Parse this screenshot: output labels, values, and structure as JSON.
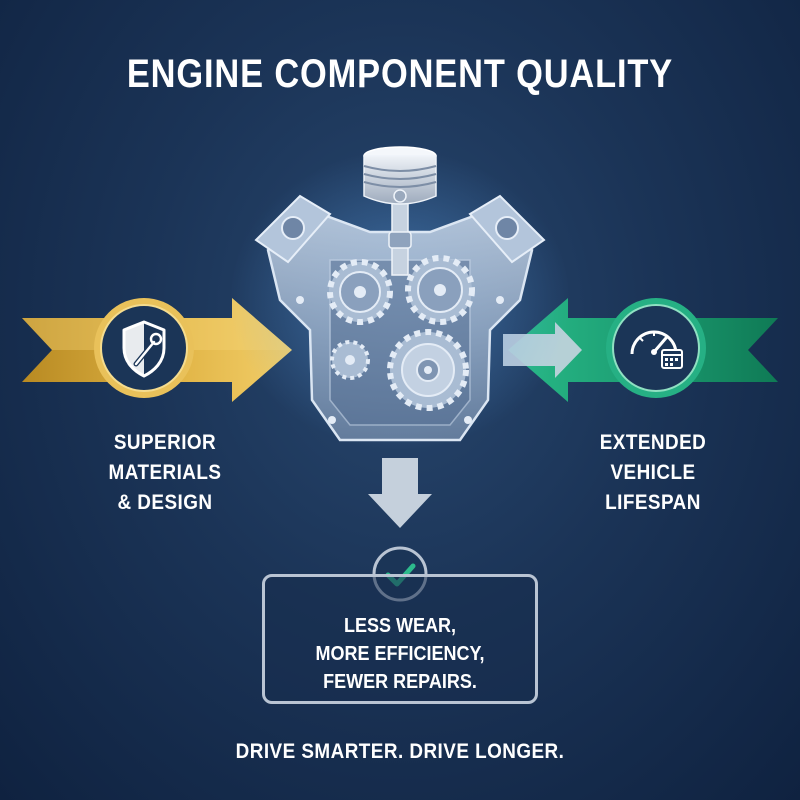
{
  "title": "ENGINE COMPONENT QUALITY",
  "left": {
    "icon": "shield-wrench-icon",
    "label_lines": [
      "SUPERIOR",
      "MATERIALS",
      "& DESIGN"
    ],
    "color": "#d4a838"
  },
  "right": {
    "icon": "gauge-calendar-icon",
    "label_lines": [
      "EXTENDED",
      "VEHICLE",
      "LIFESPAN"
    ],
    "color": "#1f9e73"
  },
  "center": {
    "icon": "engine-block-icon"
  },
  "result": {
    "icon": "checkmark-icon",
    "lines": [
      "LESS WEAR,",
      "MORE EFFICIENCY,",
      "FEWER REPAIRS."
    ]
  },
  "tagline": "DRIVE SMARTER. DRIVE LONGER."
}
